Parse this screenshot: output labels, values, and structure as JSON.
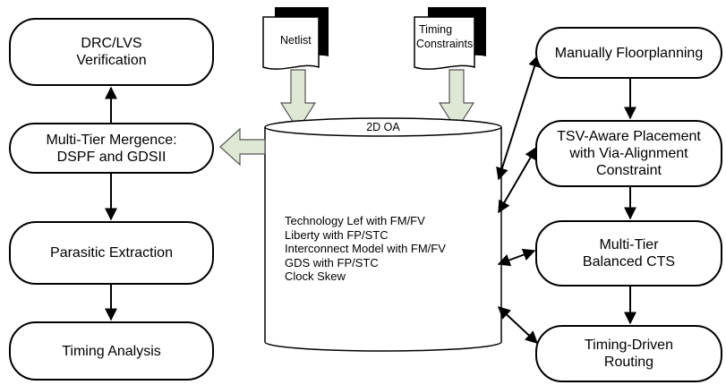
{
  "inputs": {
    "netlist": "Netlist",
    "timing_constraints": [
      "Timing",
      "Constraints"
    ]
  },
  "database": {
    "title": "2D OA",
    "contents": [
      "Technology Lef with FM/FV",
      "Liberty with FP/STC",
      "Interconnect Model with FM/FV",
      "GDS with FP/STC",
      "Clock Skew"
    ]
  },
  "left_flow": {
    "drc_lvs": [
      "DRC/LVS",
      "Verification"
    ],
    "mergence": [
      "Multi-Tier Mergence:",
      "DSPF and GDSII"
    ],
    "parasitic": [
      "Parasitic Extraction"
    ],
    "timing_analysis": [
      "Timing Analysis"
    ]
  },
  "right_flow": {
    "floorplanning": [
      "Manually Floorplanning"
    ],
    "placement": [
      "TSV-Aware Placement",
      "with Via-Alignment",
      "Constraint"
    ],
    "cts": [
      "Multi-Tier",
      "Balanced CTS"
    ],
    "routing": [
      "Timing-Driven",
      "Routing"
    ]
  },
  "colors": {
    "block_arrow_fill": "#dfe8d4",
    "block_arrow_stroke": "#555555",
    "line": "#000000"
  }
}
